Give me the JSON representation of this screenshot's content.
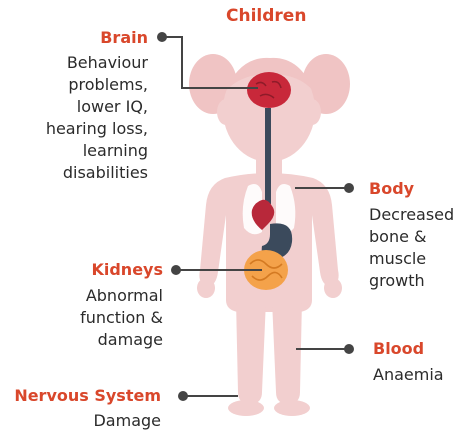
{
  "title": "Children",
  "effects": {
    "brain": {
      "heading": "Brain",
      "lines": [
        "Behaviour",
        "problems,",
        "lower IQ,",
        "hearing loss,",
        "learning",
        "disabilities"
      ]
    },
    "body": {
      "heading": "Body",
      "lines": [
        "Decreased",
        "bone &",
        "muscle",
        "growth"
      ]
    },
    "kidneys": {
      "heading": "Kidneys",
      "lines": [
        "Abnormal",
        "function &",
        "damage"
      ]
    },
    "blood": {
      "heading": "Blood",
      "lines": [
        "Anaemia"
      ]
    },
    "nervous": {
      "heading": "Nervous System",
      "lines": [
        "Damage"
      ]
    }
  },
  "colors": {
    "heading": "#d9472b",
    "text": "#2b2b2b",
    "body": "#f2cfcf",
    "hair": "#f0c4c4",
    "brain": "#c8283a",
    "heart": "#b8283a",
    "stomach": "#3b4a5c",
    "intestines": "#f4a24a",
    "lungs": "#ffffff",
    "connector": "#444444"
  }
}
